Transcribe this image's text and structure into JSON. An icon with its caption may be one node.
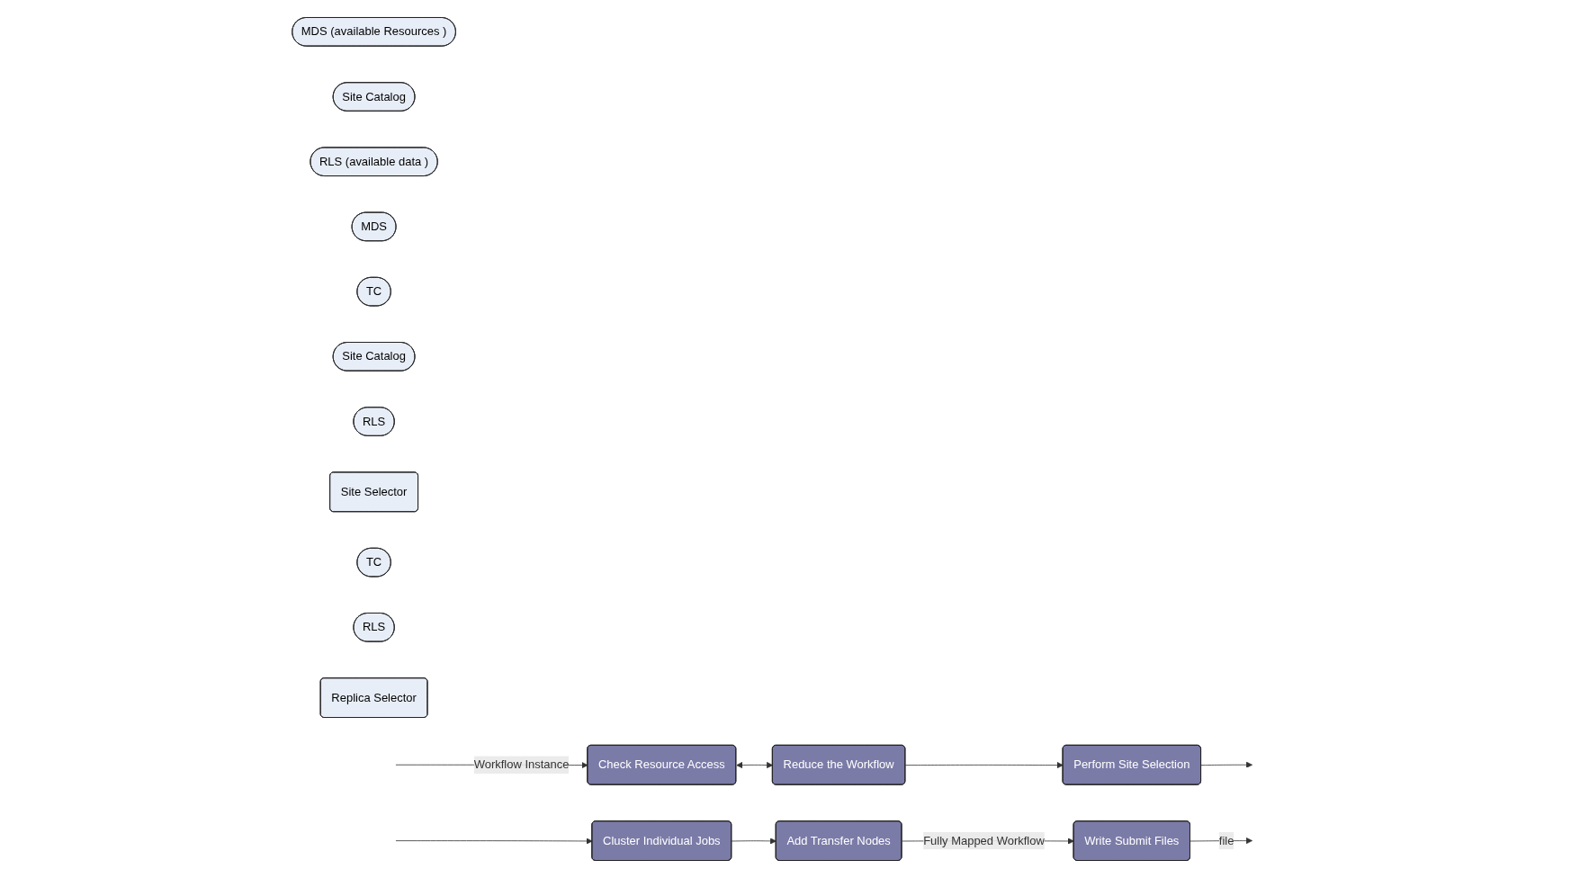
{
  "diagram": {
    "nodes": [
      {
        "text": [
          "MDS (available Resources )"
        ]
      },
      {
        "text": [
          "Site Catalog"
        ]
      },
      {
        "text": [
          "Check Resource Access"
        ]
      },
      {
        "text": [
          "RLS (available data )"
        ]
      },
      {
        "text": [
          "Reduce the Workflow"
        ]
      },
      {
        "text": [
          "MDS"
        ]
      },
      {
        "text": [
          "TC"
        ]
      },
      {
        "text": [
          "Site Catalog"
        ]
      },
      {
        "text": [
          "RLS"
        ]
      },
      {
        "text": [
          "Perform Site Selection"
        ]
      },
      {
        "text": [
          "Site Selector"
        ]
      },
      {
        "text": [
          "TC"
        ]
      },
      {
        "text": [
          "Cluster Individual Jobs"
        ]
      },
      {
        "text": [
          "RLS"
        ]
      },
      {
        "text": [
          "Add Transfer Nodes"
        ]
      },
      {
        "text": [
          "Replica Selector"
        ]
      },
      {
        "text": [
          "Write Submit Files"
        ]
      }
    ],
    "edges": [
      {
        "from": null,
        "to": 2,
        "arrow": "to",
        "label": "Workflow Instance"
      },
      {
        "from": 2,
        "to": 4,
        "arrow": "both"
      },
      {
        "from": 4,
        "to": 9,
        "arrow": "to"
      },
      {
        "from": 9,
        "to": null,
        "arrow": "to"
      },
      {
        "from": null,
        "to": 12,
        "arrow": "to"
      },
      {
        "from": 12,
        "to": 14,
        "arrow": "to"
      },
      {
        "from": 14,
        "to": 16,
        "arrow": "to",
        "label": "Fully Mapped Workflow"
      },
      {
        "from": 16,
        "to": null,
        "arrow": "to",
        "label": "file"
      }
    ]
  }
}
